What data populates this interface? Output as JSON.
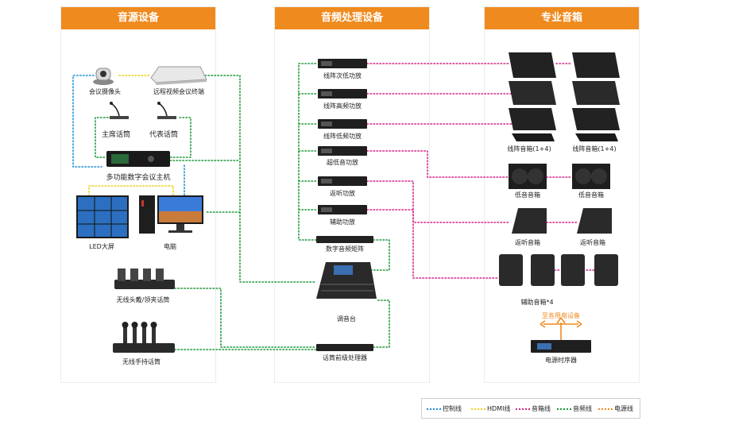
{
  "panels": {
    "source": "音源设备",
    "processing": "音频处理设备",
    "speakers": "专业音箱"
  },
  "source_devices": {
    "camera": "会议摄像头",
    "video_terminal": "远程视频会议终端",
    "chairman_mic": "主席话筒",
    "delegate_mic": "代表话筒",
    "host": "多功能数字会议主机",
    "led": "LED大屏",
    "pc": "电脑",
    "wireless_lapel": "无线头戴/领夹话筒",
    "wireless_handheld": "无线手持话筒"
  },
  "processing_devices": {
    "amp1": "线阵次低功放",
    "amp2": "线阵高频功放",
    "amp3": "线阵低频功放",
    "amp4": "超低音功放",
    "amp5": "返听功放",
    "amp6": "辅助功放",
    "matrix": "数字音频矩阵",
    "console": "调音台",
    "preproc": "话筒前级处理器"
  },
  "speaker_devices": {
    "line_array_1": "线阵音箱(1+4)",
    "line_array_2": "线阵音箱(1+4)",
    "sub_1": "低音音箱",
    "sub_2": "低音音箱",
    "monitor_1": "返听音箱",
    "monitor_2": "返听音箱",
    "aux": "辅助音箱*4",
    "power_note": "至各用电设备",
    "sequencer": "电源时序器"
  },
  "legend": [
    {
      "label": "控制线",
      "color": "#1f8fd6"
    },
    {
      "label": "HDMI线",
      "color": "#e8d219"
    },
    {
      "label": "音箱线",
      "color": "#d6238a"
    },
    {
      "label": "音频线",
      "color": "#1e9a3c"
    },
    {
      "label": "电源线",
      "color": "#ef8a1e"
    }
  ]
}
